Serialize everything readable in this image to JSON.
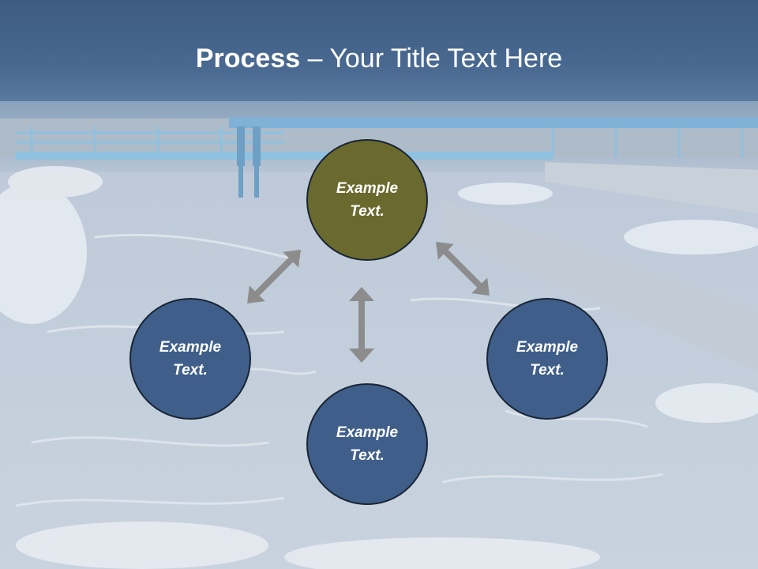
{
  "slide": {
    "title_bold": "Process",
    "title_rest": " – Your Title Text Here"
  },
  "nodes": {
    "top": {
      "text": "Example Text."
    },
    "left": {
      "text": "Example Text."
    },
    "right": {
      "text": "Example Text."
    },
    "bottom": {
      "text": "Example Text."
    }
  },
  "colors": {
    "header": "#3c5a82",
    "node_primary": "#6b6a2e",
    "node_secondary": "#3f5f8a",
    "arrow": "#8c8c8c"
  }
}
